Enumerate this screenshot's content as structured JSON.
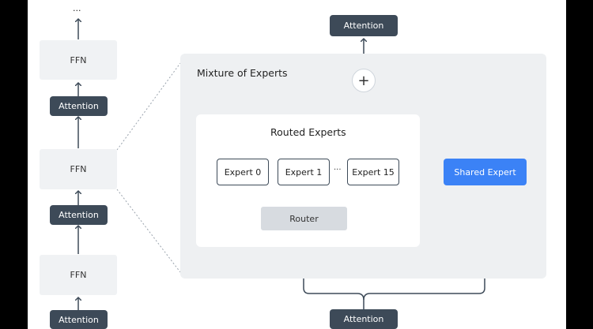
{
  "left_stack": {
    "ellipsis_top": "...",
    "ffn_1": "FFN",
    "attention_1": "Attention",
    "ffn_2": "FFN",
    "attention_2": "Attention",
    "ffn_3": "FFN",
    "attention_3": "Attention"
  },
  "moe": {
    "title": "Mixture of Experts",
    "output_attention": "Attention",
    "input_attention": "Attention",
    "plus_symbol": "+",
    "routed": {
      "title": "Routed Experts",
      "experts": [
        "Expert 0",
        "Expert 1",
        "Expert 15"
      ],
      "ellipsis": "···",
      "router": "Router"
    },
    "shared_expert": "Shared Expert"
  },
  "colors": {
    "dark_box": "#3d4a58",
    "shared_expert": "#3b82f6",
    "panel": "#eef0f2",
    "ffn_box": "#f0f2f4",
    "router": "#d7dbe0"
  }
}
